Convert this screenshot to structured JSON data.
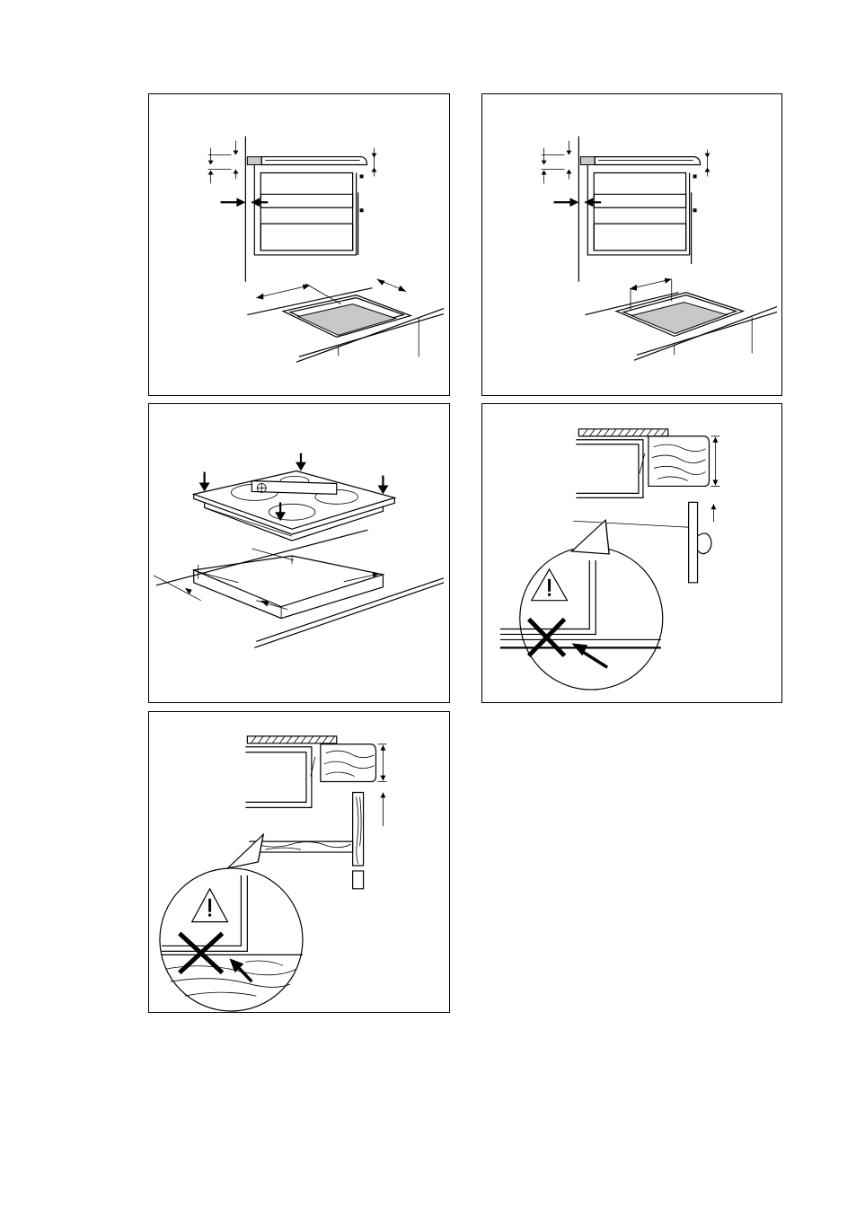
{
  "page": {
    "background": "#ffffff",
    "line_color": "#000000",
    "highlight_color": "#c8c8c8"
  },
  "figures": [
    {
      "id": "fig-1",
      "icons": [
        "cabinet-cross-section",
        "cutout-dimension-arrows"
      ]
    },
    {
      "id": "fig-2",
      "icons": [
        "cabinet-cross-section",
        "cutout-dimension-arrows"
      ]
    },
    {
      "id": "fig-3",
      "icons": [
        "hob-placement",
        "down-arrows"
      ]
    },
    {
      "id": "fig-4",
      "icons": [
        "warning-triangle-icon",
        "cross-icon",
        "arrow-icon"
      ]
    },
    {
      "id": "fig-5",
      "icons": [
        "warning-triangle-icon",
        "cross-icon",
        "arrow-icon"
      ]
    }
  ],
  "warning_glyph": "!"
}
